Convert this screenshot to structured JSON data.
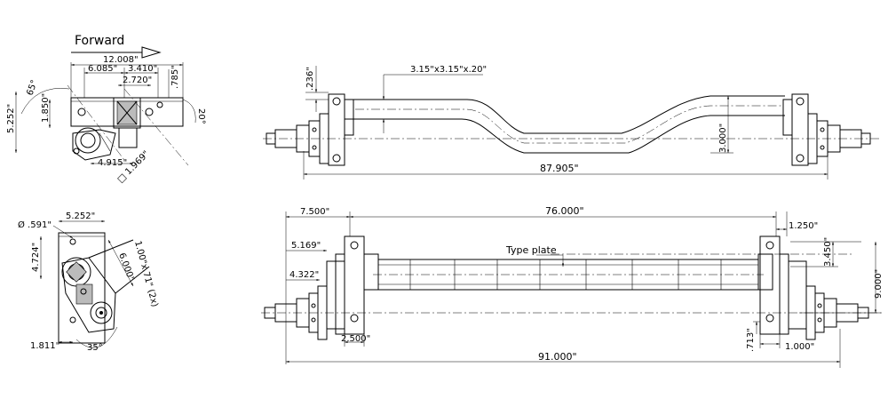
{
  "labels": {
    "forward": "Forward",
    "type_plate": "Type plate"
  },
  "dimensions": {
    "top_left": {
      "overall": "12.008\"",
      "d6085": "6.085\"",
      "d3410": "3.410\"",
      "d2720": "2.720\"",
      "d785": ".785\"",
      "d5252": "5.252\"",
      "ang65": "65°",
      "d1850": "1.850\"",
      "ang20": "20°",
      "d4915": "4.915\"",
      "sq1969": "□ 1.969\""
    },
    "bottom_left": {
      "dia591": "Ø .591\"",
      "d5252": "5.252\"",
      "d4724": "4.724\"",
      "d6000": "6.000\"",
      "bolt": "1.00\"x.71\" (2x)",
      "d1811": "1.811\"",
      "ang35": "35°"
    },
    "front_view": {
      "d236": ".236\"",
      "tube": "3.15\"x3.15\"x.20\"",
      "d3000": "3.000\"",
      "overall": "87.905\""
    },
    "top_view": {
      "d7500": "7.500\"",
      "d76000": "76.000\"",
      "d1250": "1.250\"",
      "d5169": "5.169\"",
      "d4322": "4.322\"",
      "d3450": "3.450\"",
      "d9000": "9.000\"",
      "d2500": "2.500\"",
      "d713": ".713\"",
      "d1000": "1.000\"",
      "overall": "91.000\""
    }
  }
}
